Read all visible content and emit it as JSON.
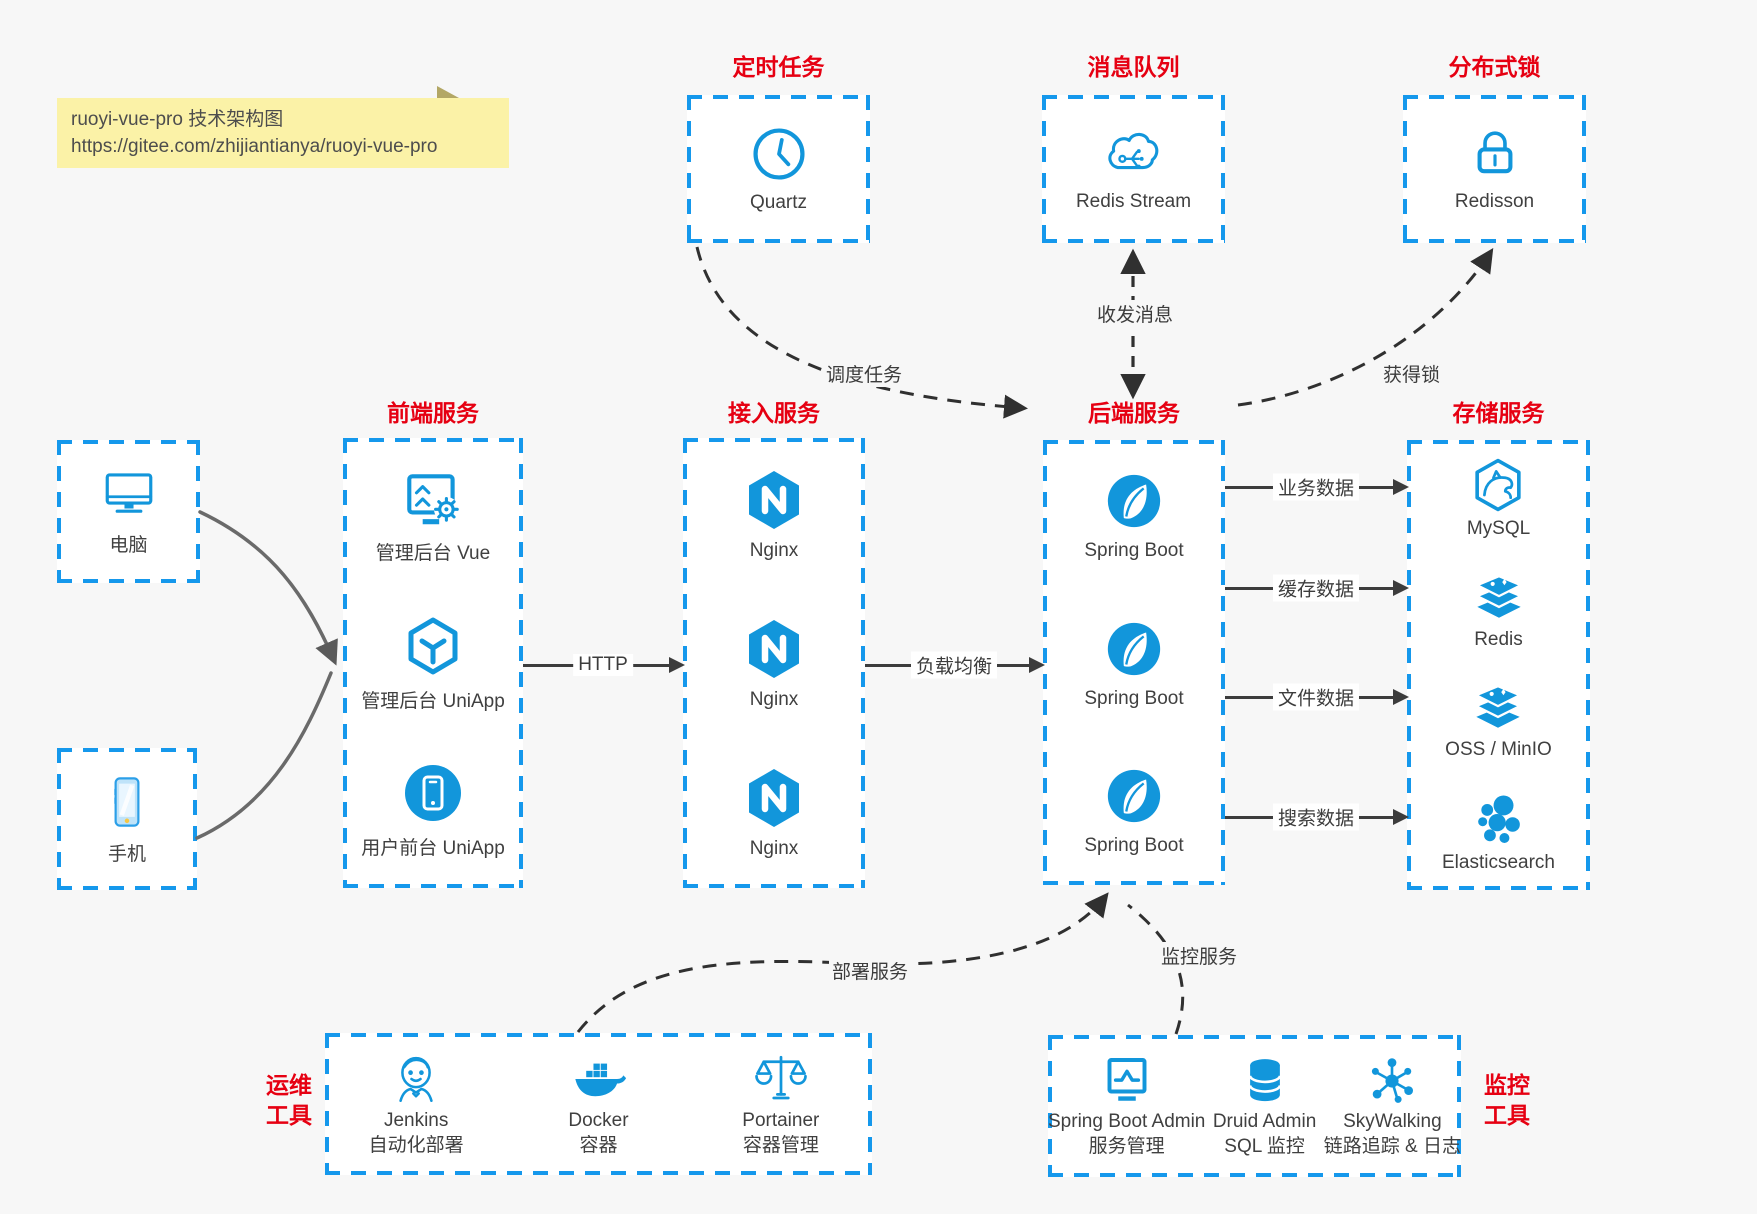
{
  "note": {
    "title": "ruoyi-vue-pro 技术架构图",
    "url": "https://gitee.com/zhijiantianya/ruoyi-vue-pro"
  },
  "colors": {
    "accent_blue": "#1296db",
    "dashed_border_blue": "#1598ec",
    "group_title_red": "#e60012",
    "note_bg": "#fbf2a7",
    "canvas_bg": "#f7f7f7",
    "arrow_dark": "#3c3c3c"
  },
  "groups": {
    "scheduler": {
      "title": "定时任务",
      "item": {
        "icon": "clock-icon",
        "label": "Quartz"
      }
    },
    "mq": {
      "title": "消息队列",
      "item": {
        "icon": "cloud-stream-icon",
        "label": "Redis Stream"
      }
    },
    "lock": {
      "title": "分布式锁",
      "item": {
        "icon": "lock-icon",
        "label": "Redisson"
      }
    },
    "clients": {
      "items": [
        {
          "icon": "desktop-icon",
          "label": "电脑"
        },
        {
          "icon": "smartphone-icon",
          "label": "手机"
        }
      ]
    },
    "frontend": {
      "title": "前端服务",
      "items": [
        {
          "icon": "admin-vue-icon",
          "label": "管理后台 Vue"
        },
        {
          "icon": "cube-icon",
          "label": "管理后台 UniApp"
        },
        {
          "icon": "mobile-app-icon",
          "label": "用户前台 UniApp"
        }
      ]
    },
    "gateway": {
      "title": "接入服务",
      "items": [
        {
          "icon": "nginx-icon",
          "label": "Nginx"
        },
        {
          "icon": "nginx-icon",
          "label": "Nginx"
        },
        {
          "icon": "nginx-icon",
          "label": "Nginx"
        }
      ]
    },
    "backend": {
      "title": "后端服务",
      "items": [
        {
          "icon": "spring-boot-icon",
          "label": "Spring Boot"
        },
        {
          "icon": "spring-boot-icon",
          "label": "Spring Boot"
        },
        {
          "icon": "spring-boot-icon",
          "label": "Spring Boot"
        }
      ]
    },
    "storage": {
      "title": "存储服务",
      "items": [
        {
          "icon": "mysql-icon",
          "label": "MySQL"
        },
        {
          "icon": "redis-icon",
          "label": "Redis"
        },
        {
          "icon": "redis-icon",
          "label": "OSS / MinIO"
        },
        {
          "icon": "elasticsearch-icon",
          "label": "Elasticsearch"
        }
      ]
    },
    "devops": {
      "title_lines": [
        "运维",
        "工具"
      ],
      "items": [
        {
          "icon": "jenkins-icon",
          "name": "Jenkins",
          "desc": "自动化部署"
        },
        {
          "icon": "docker-icon",
          "name": "Docker",
          "desc": "容器"
        },
        {
          "icon": "portainer-icon",
          "name": "Portainer",
          "desc": "容器管理"
        }
      ]
    },
    "monitoring": {
      "title_lines": [
        "监控",
        "工具"
      ],
      "items": [
        {
          "icon": "spring-boot-admin-icon",
          "name": "Spring Boot Admin",
          "desc": "服务管理"
        },
        {
          "icon": "druid-icon",
          "name": "Druid Admin",
          "desc": "SQL 监控"
        },
        {
          "icon": "skywalking-icon",
          "name": "SkyWalking",
          "desc": "链路追踪 & 日志"
        }
      ]
    }
  },
  "edges": {
    "http": {
      "label": "HTTP"
    },
    "load_balance": {
      "label": "负载均衡"
    },
    "business_data": {
      "label": "业务数据"
    },
    "cache_data": {
      "label": "缓存数据"
    },
    "file_data": {
      "label": "文件数据"
    },
    "search_data": {
      "label": "搜索数据"
    },
    "schedule_job": {
      "label": "调度任务"
    },
    "send_receive_message": {
      "label": "收发消息"
    },
    "acquire_lock": {
      "label": "获得锁"
    },
    "deploy_service": {
      "label": "部署服务"
    },
    "monitor_service": {
      "label": "监控服务"
    }
  }
}
